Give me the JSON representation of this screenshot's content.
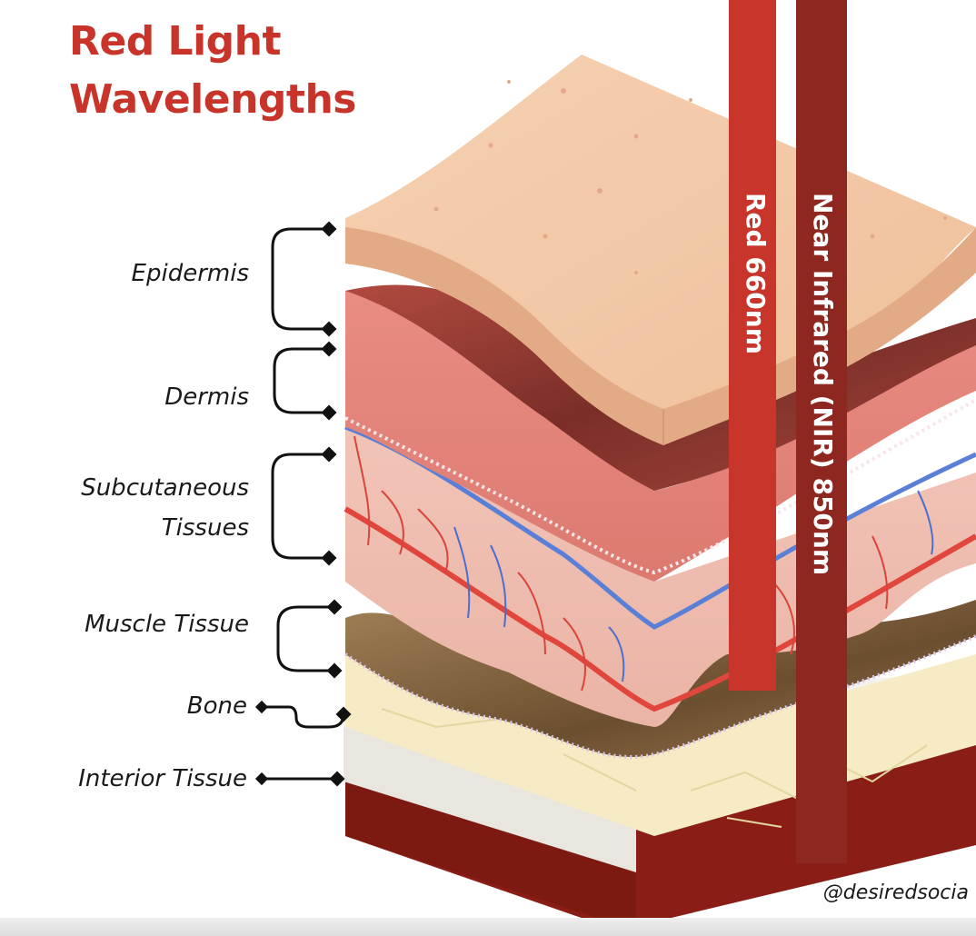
{
  "title": {
    "line1": "Red Light",
    "line2": "Wavelengths"
  },
  "layers": [
    {
      "label": "Epidermis"
    },
    {
      "label": "Dermis"
    },
    {
      "label_line1": "Subcutaneous",
      "label_line2": "Tissues"
    },
    {
      "label": "Muscle Tissue"
    },
    {
      "label": "Bone"
    },
    {
      "label": "Interior Tissue"
    }
  ],
  "beams": [
    {
      "label": "Red 660nm",
      "color": "#c8352b"
    },
    {
      "label": "Near Infrared (NIR) 850nm",
      "color": "#8e2720"
    }
  ],
  "credit": "@desiredsocia",
  "colors": {
    "title": "#c9342a",
    "epidermis_top": "#f2c6a4",
    "dermis": "#e2877d",
    "subcutaneous": "#f0c0b4",
    "muscle": "#8b6a44",
    "bone": "#f3e7bf",
    "interior": "#8a1e16"
  }
}
